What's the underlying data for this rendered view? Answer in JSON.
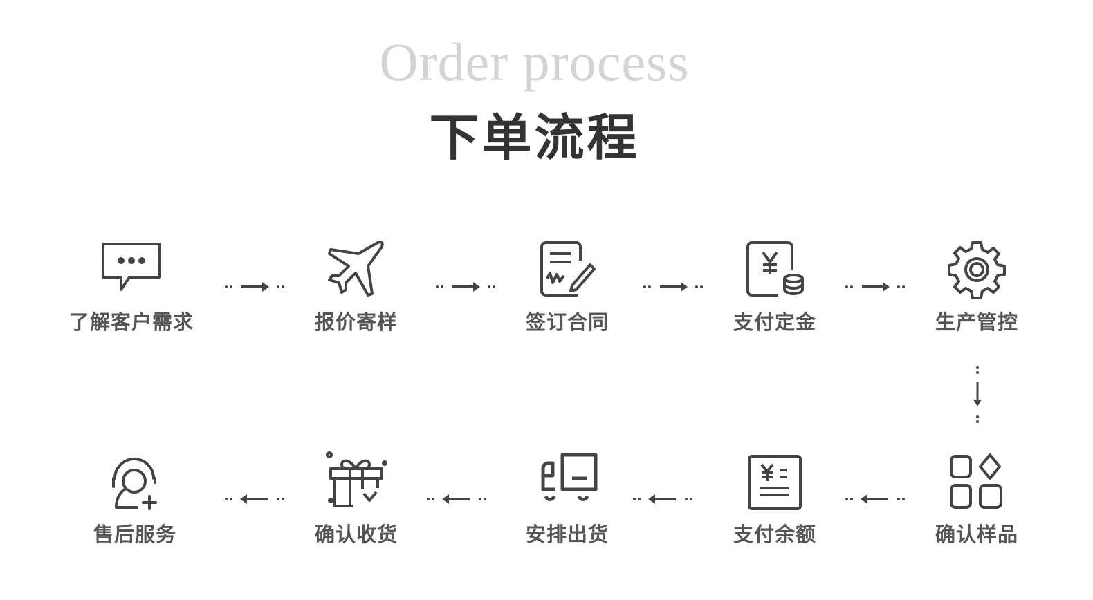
{
  "title_en": "Order process",
  "title_cn": "下单流程",
  "steps": [
    {
      "label": "了解客户需求",
      "icon": "chat-bubble-icon"
    },
    {
      "label": "报价寄样",
      "icon": "airplane-icon"
    },
    {
      "label": "签订合同",
      "icon": "contract-sign-icon"
    },
    {
      "label": "支付定金",
      "icon": "deposit-payment-icon"
    },
    {
      "label": "生产管控",
      "icon": "gear-icon"
    },
    {
      "label": "确认样品",
      "icon": "sample-grid-icon"
    },
    {
      "label": "支付余额",
      "icon": "balance-bill-icon"
    },
    {
      "label": "安排出货",
      "icon": "truck-icon"
    },
    {
      "label": "确认收货",
      "icon": "gift-box-icon"
    },
    {
      "label": "售后服务",
      "icon": "customer-service-icon"
    }
  ],
  "colors": {
    "icon": "#444444",
    "label": "#555555",
    "title_en": "#d4d4d4",
    "title_cn": "#333333"
  }
}
